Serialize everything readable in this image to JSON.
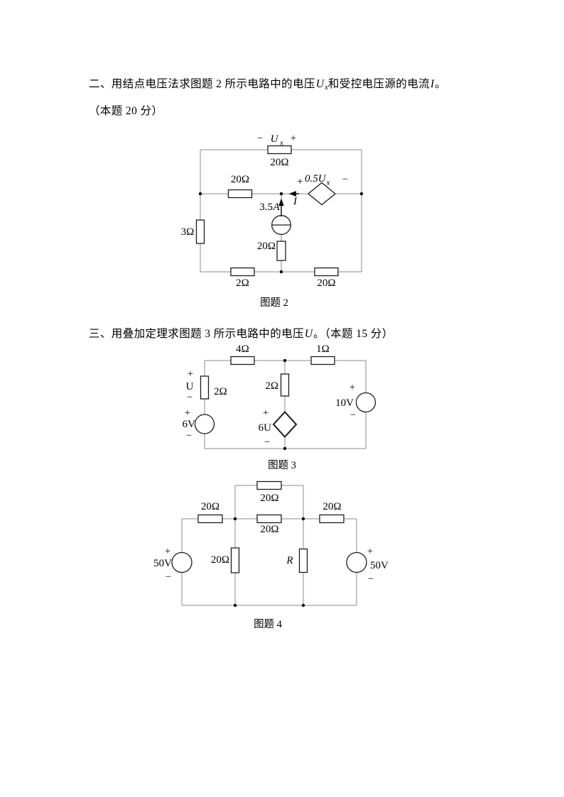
{
  "questions": {
    "q2": {
      "prefix": "二、用结点电压法求图题 2 所示电路中的电压",
      "var_u": "U",
      "var_u_sub": "x",
      "mid": "和受控电压源的电流",
      "var_i": "I",
      "suffix": "。",
      "points": "（本题 20 分）"
    },
    "q3": {
      "prefix": "三、用叠加定理求图题 3 所示电路中的电压",
      "var_u": "U",
      "suffix": "。（本题 15 分）"
    }
  },
  "circuit2": {
    "caption": "图题 2",
    "ux_minus": "−",
    "ux_label": "U",
    "ux_sub": "x",
    "ux_plus": "+",
    "r_top": "20Ω",
    "r_mid": "20Ω",
    "dep_plus": "+",
    "dep_value": "0.5U",
    "dep_sub": "x",
    "dep_minus": "−",
    "i_label": "I",
    "i_src_value": "3.5",
    "i_src_unit": "A",
    "r_left": "3Ω",
    "r_center": "20Ω",
    "r_bottom_left": "2Ω",
    "r_bottom_right": "20Ω"
  },
  "circuit3": {
    "caption": "图题 3",
    "r4": "4Ω",
    "r1": "1Ω",
    "r2_left": "2Ω",
    "r2_mid": "2Ω",
    "u_plus": "+",
    "u_label": "U",
    "u_minus": "−",
    "v6_plus": "+",
    "v6": "6V",
    "v6_minus": "−",
    "dep_plus": "+",
    "dep_value": "6U",
    "dep_minus": "−",
    "v10_plus": "+",
    "v10": "10V",
    "v10_minus": "−"
  },
  "circuit4": {
    "caption": "图题 4",
    "r_bypass": "20Ω",
    "r_row_left": "20Ω",
    "r_row_mid": "20Ω",
    "r_row_right": "20Ω",
    "r_vert_left": "20Ω",
    "r_var": "R",
    "v_left_plus": "+",
    "v_left": "50V",
    "v_left_minus": "−",
    "v_right_plus": "+",
    "v_right": "50V",
    "v_right_minus": "−"
  }
}
